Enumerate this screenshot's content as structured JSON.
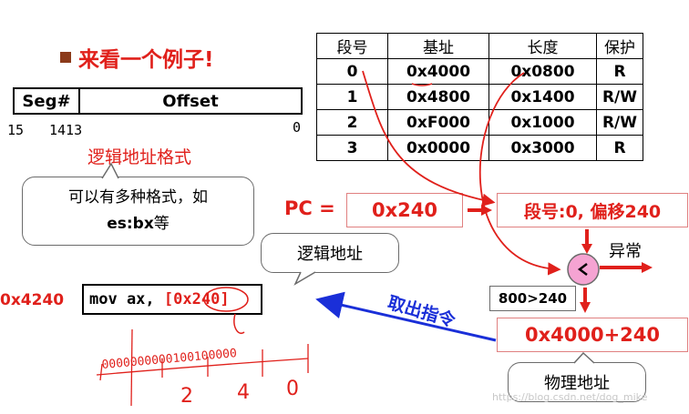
{
  "title": "来看一个例子!",
  "format": {
    "seg_label": "Seg#",
    "offset_label": "Offset",
    "bit_15": "15",
    "bit_14_13": "1413",
    "bit_0": "0",
    "caption": "逻辑地址格式"
  },
  "callout_formats": {
    "line1": "可以有多种格式，如",
    "line2_bold": "es:bx",
    "line2_rest": "等"
  },
  "segment_table": {
    "headers": [
      "段号",
      "基址",
      "长度",
      "保护"
    ],
    "rows": [
      [
        "0",
        "0x4000",
        "0x0800",
        "R"
      ],
      [
        "1",
        "0x4800",
        "0x1400",
        "R/W"
      ],
      [
        "2",
        "0xF000",
        "0x1000",
        "R/W"
      ],
      [
        "3",
        "0x0000",
        "0x3000",
        "R"
      ]
    ]
  },
  "pc": {
    "label": "PC =",
    "value": "0x240",
    "segment_offset": "段号:0, 偏移240"
  },
  "exception_label": "异常",
  "compare_text": "800>240",
  "physical_address": "0x4000+240",
  "physical_label": "物理地址",
  "fetch_label": "取出指令",
  "logical_address_label": "逻辑地址",
  "instruction": {
    "address": "0x4240",
    "mnemonic": "mov ax,",
    "operand": "[0x240]"
  },
  "handwriting": {
    "bits": "0000000000100100000",
    "digits": [
      "2",
      "4",
      "0"
    ]
  },
  "watermark": "https://blog.csdn.net/dog_mike",
  "colors": {
    "red": "#e0201b",
    "blue": "#1a2fd8",
    "compare_pink": "#f5a3d2"
  }
}
